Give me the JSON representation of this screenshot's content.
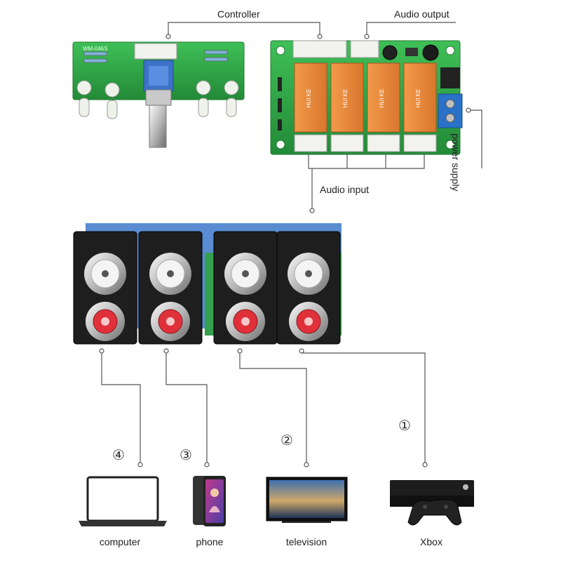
{
  "labels": {
    "controller": "Controller",
    "audio_output": "Audio output",
    "audio_input": "Audio input",
    "power_supply": "power supply"
  },
  "boards": {
    "controller_silk": "WM-046S",
    "relays": [
      {
        "text": "HUI KE"
      },
      {
        "text": "HUI KE"
      },
      {
        "text": "HUI KE"
      },
      {
        "text": "HUI KE"
      }
    ]
  },
  "devices": [
    {
      "number": "④",
      "name": "computer"
    },
    {
      "number": "③",
      "name": "phone"
    },
    {
      "number": "②",
      "name": "television"
    },
    {
      "number": "①",
      "name": "Xbox"
    }
  ],
  "colors": {
    "pcb_green": "#2f9e44",
    "relay_orange": "#e98a3a",
    "connector_white": "#f2f2ee",
    "rca_red": "#e0303a",
    "rca_white": "#f4f4f4",
    "line": "#555555"
  },
  "icons": [
    "laptop-icon",
    "smartphone-icon",
    "television-icon",
    "game-console-icon"
  ]
}
